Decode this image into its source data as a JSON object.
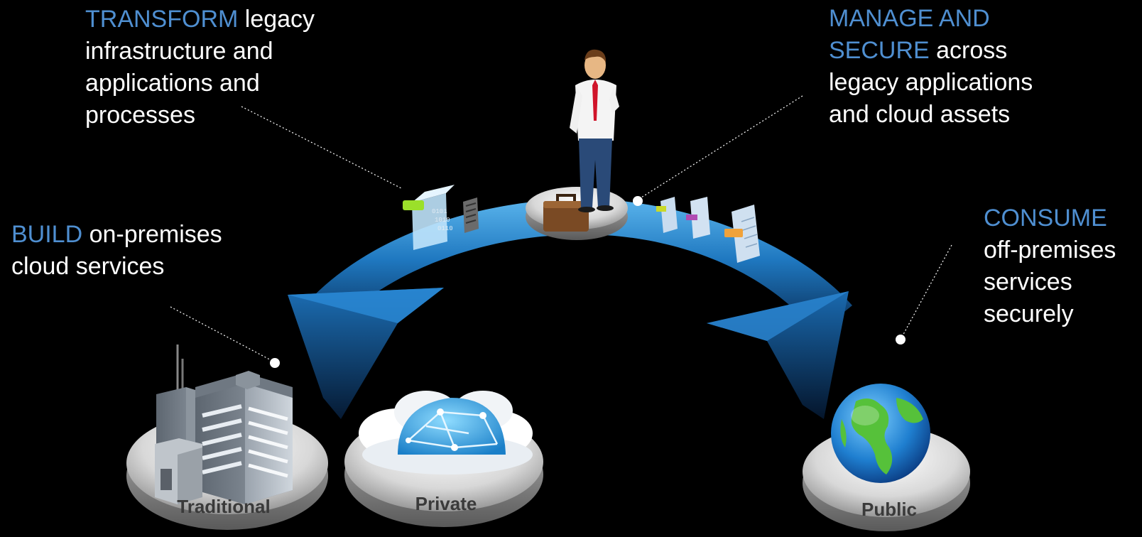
{
  "callouts": {
    "transform": {
      "keyword": "TRANSFORM",
      "line1_rest": " legacy",
      "line2": "infrastructure and",
      "line3": "applications and",
      "line4": "processes"
    },
    "manage": {
      "keyword1": "MANAGE AND",
      "keyword2": "SECURE",
      "line2_rest": " across",
      "line3": "legacy applications",
      "line4": "and cloud assets"
    },
    "build": {
      "keyword": "BUILD",
      "line1_rest": " on-premises",
      "line2": "cloud services"
    },
    "consume": {
      "keyword": "CONSUME",
      "line2": "off-premises",
      "line3": "services",
      "line4": "securely"
    }
  },
  "platforms": {
    "traditional": "Traditional",
    "private": "Private",
    "public": "Public"
  },
  "icons": [
    "person-icon",
    "briefcase-icon",
    "data-transform-icon",
    "documents-icon",
    "office-building-icon",
    "cloud-network-icon",
    "globe-icon"
  ],
  "colors": {
    "keyword": "#4f8fd1",
    "text": "#ffffff",
    "background": "#000000",
    "arrow": "#2b84c8"
  }
}
